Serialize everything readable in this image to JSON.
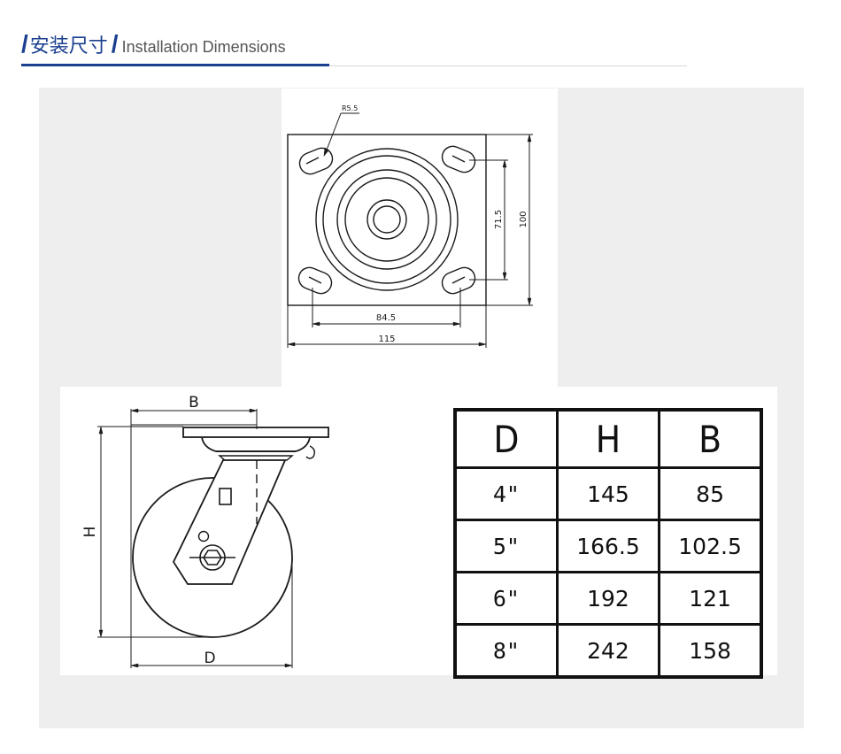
{
  "header": {
    "slash": "/",
    "title_cn": "安装尺寸",
    "title_en": "Installation Dimensions",
    "accent_color": "#1a3f8f"
  },
  "plate_drawing": {
    "radius_label": "R5.5",
    "bolt_spacing_x": "84.5",
    "plate_width": "115",
    "bolt_spacing_y": "71.5",
    "plate_height": "100"
  },
  "caster_drawing": {
    "label_b": "B",
    "label_h": "H",
    "label_d": "D"
  },
  "table": {
    "headers": [
      "D",
      "H",
      "B"
    ],
    "rows": [
      [
        "4\"",
        "145",
        "85"
      ],
      [
        "5\"",
        "166.5",
        "102.5"
      ],
      [
        "6\"",
        "192",
        "121"
      ],
      [
        "8\"",
        "242",
        "158"
      ]
    ]
  }
}
